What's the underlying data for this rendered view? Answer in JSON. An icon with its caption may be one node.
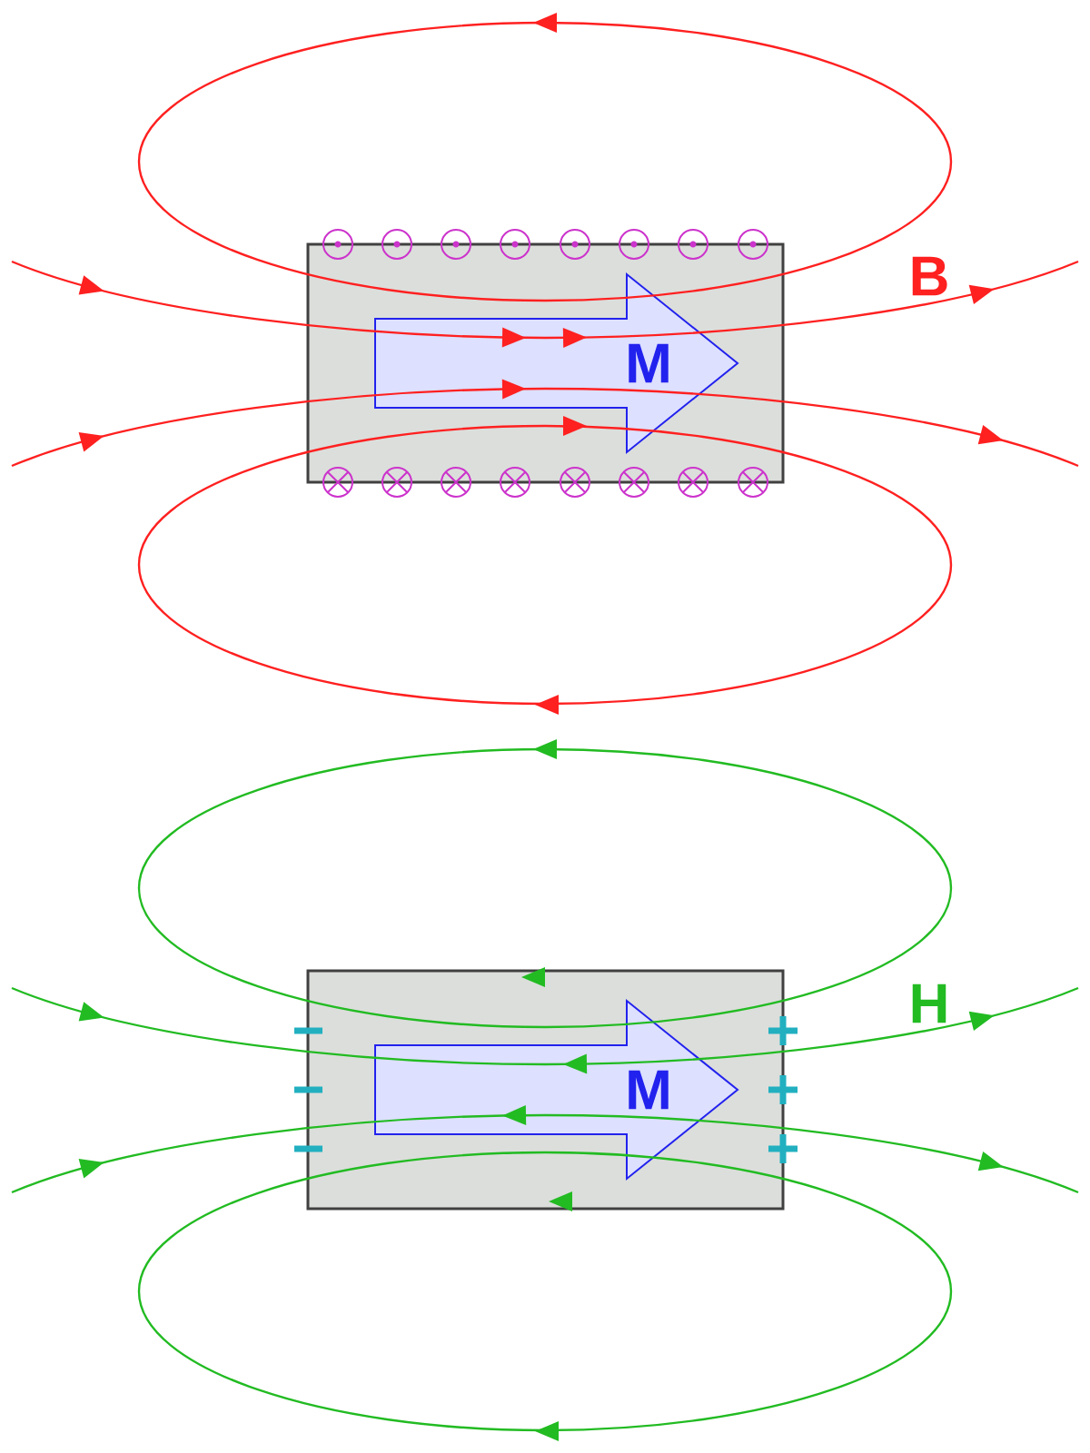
{
  "diagram": {
    "nodes": [
      {
        "text": [],
        "shape": "box"
      },
      {
        "text": [
          "M"
        ],
        "in": 0
      },
      {
        "text": [],
        "shape": "box"
      },
      {
        "text": [
          "M"
        ],
        "in": 2
      }
    ],
    "labels": [
      "B",
      "H"
    ]
  }
}
